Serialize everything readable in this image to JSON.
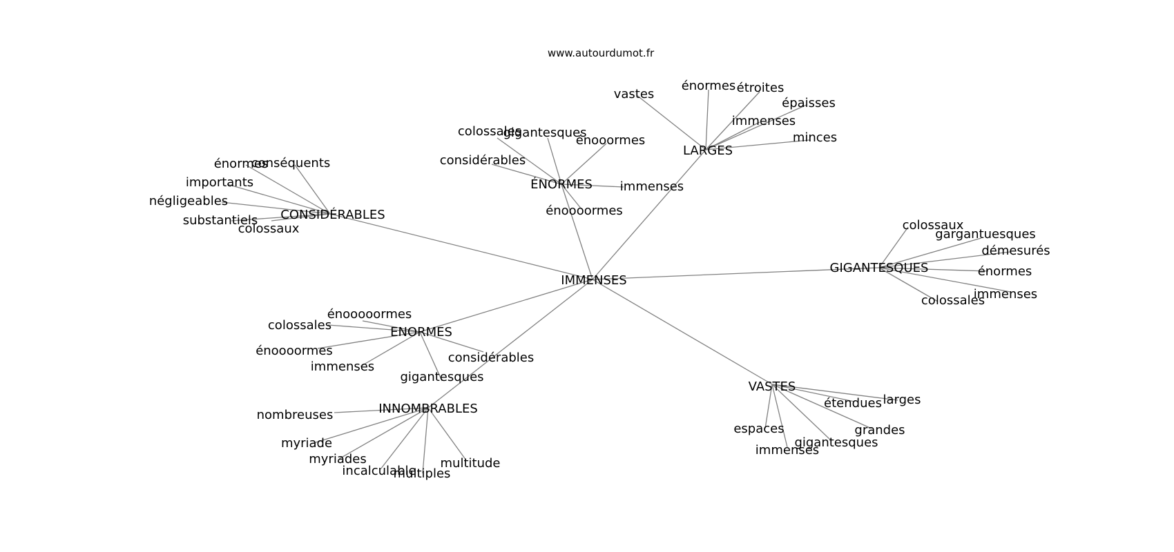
{
  "header": {
    "source": "www.autourdumot.fr"
  },
  "diagram": {
    "center": "IMMENSES",
    "branches": [
      {
        "key": "enormes_top",
        "label": "ÉNORMES",
        "leaves": [
          "colossales",
          "gigantesques",
          "énooormes",
          "considérables",
          "immenses",
          "énoooormes"
        ]
      },
      {
        "key": "larges",
        "label": "LARGES",
        "leaves": [
          "vastes",
          "énormes",
          "étroites",
          "épaisses",
          "immenses",
          "minces"
        ]
      },
      {
        "key": "considerables",
        "label": "CONSIDÉRABLES",
        "leaves": [
          "énormes",
          "conséquents",
          "importants",
          "négligeables",
          "substantiels",
          "colossaux"
        ]
      },
      {
        "key": "gigantesques",
        "label": "GIGANTESQUES",
        "leaves": [
          "colossaux",
          "gargantuesques",
          "démesurés",
          "énormes",
          "immenses",
          "colossales"
        ]
      },
      {
        "key": "enormes_left",
        "label": "ENORMES",
        "leaves": [
          "énooooormes",
          "colossales",
          "énoooormes",
          "immenses",
          "considérables",
          "gigantesques"
        ]
      },
      {
        "key": "innombrables",
        "label": "INNOMBRABLES",
        "leaves": [
          "nombreuses",
          "myriade",
          "myriades",
          "incalculable",
          "multiples",
          "multitude"
        ]
      },
      {
        "key": "vastes",
        "label": "VASTES",
        "leaves": [
          "larges",
          "étendues",
          "grandes",
          "espaces",
          "immenses",
          "gigantesques"
        ]
      }
    ]
  }
}
